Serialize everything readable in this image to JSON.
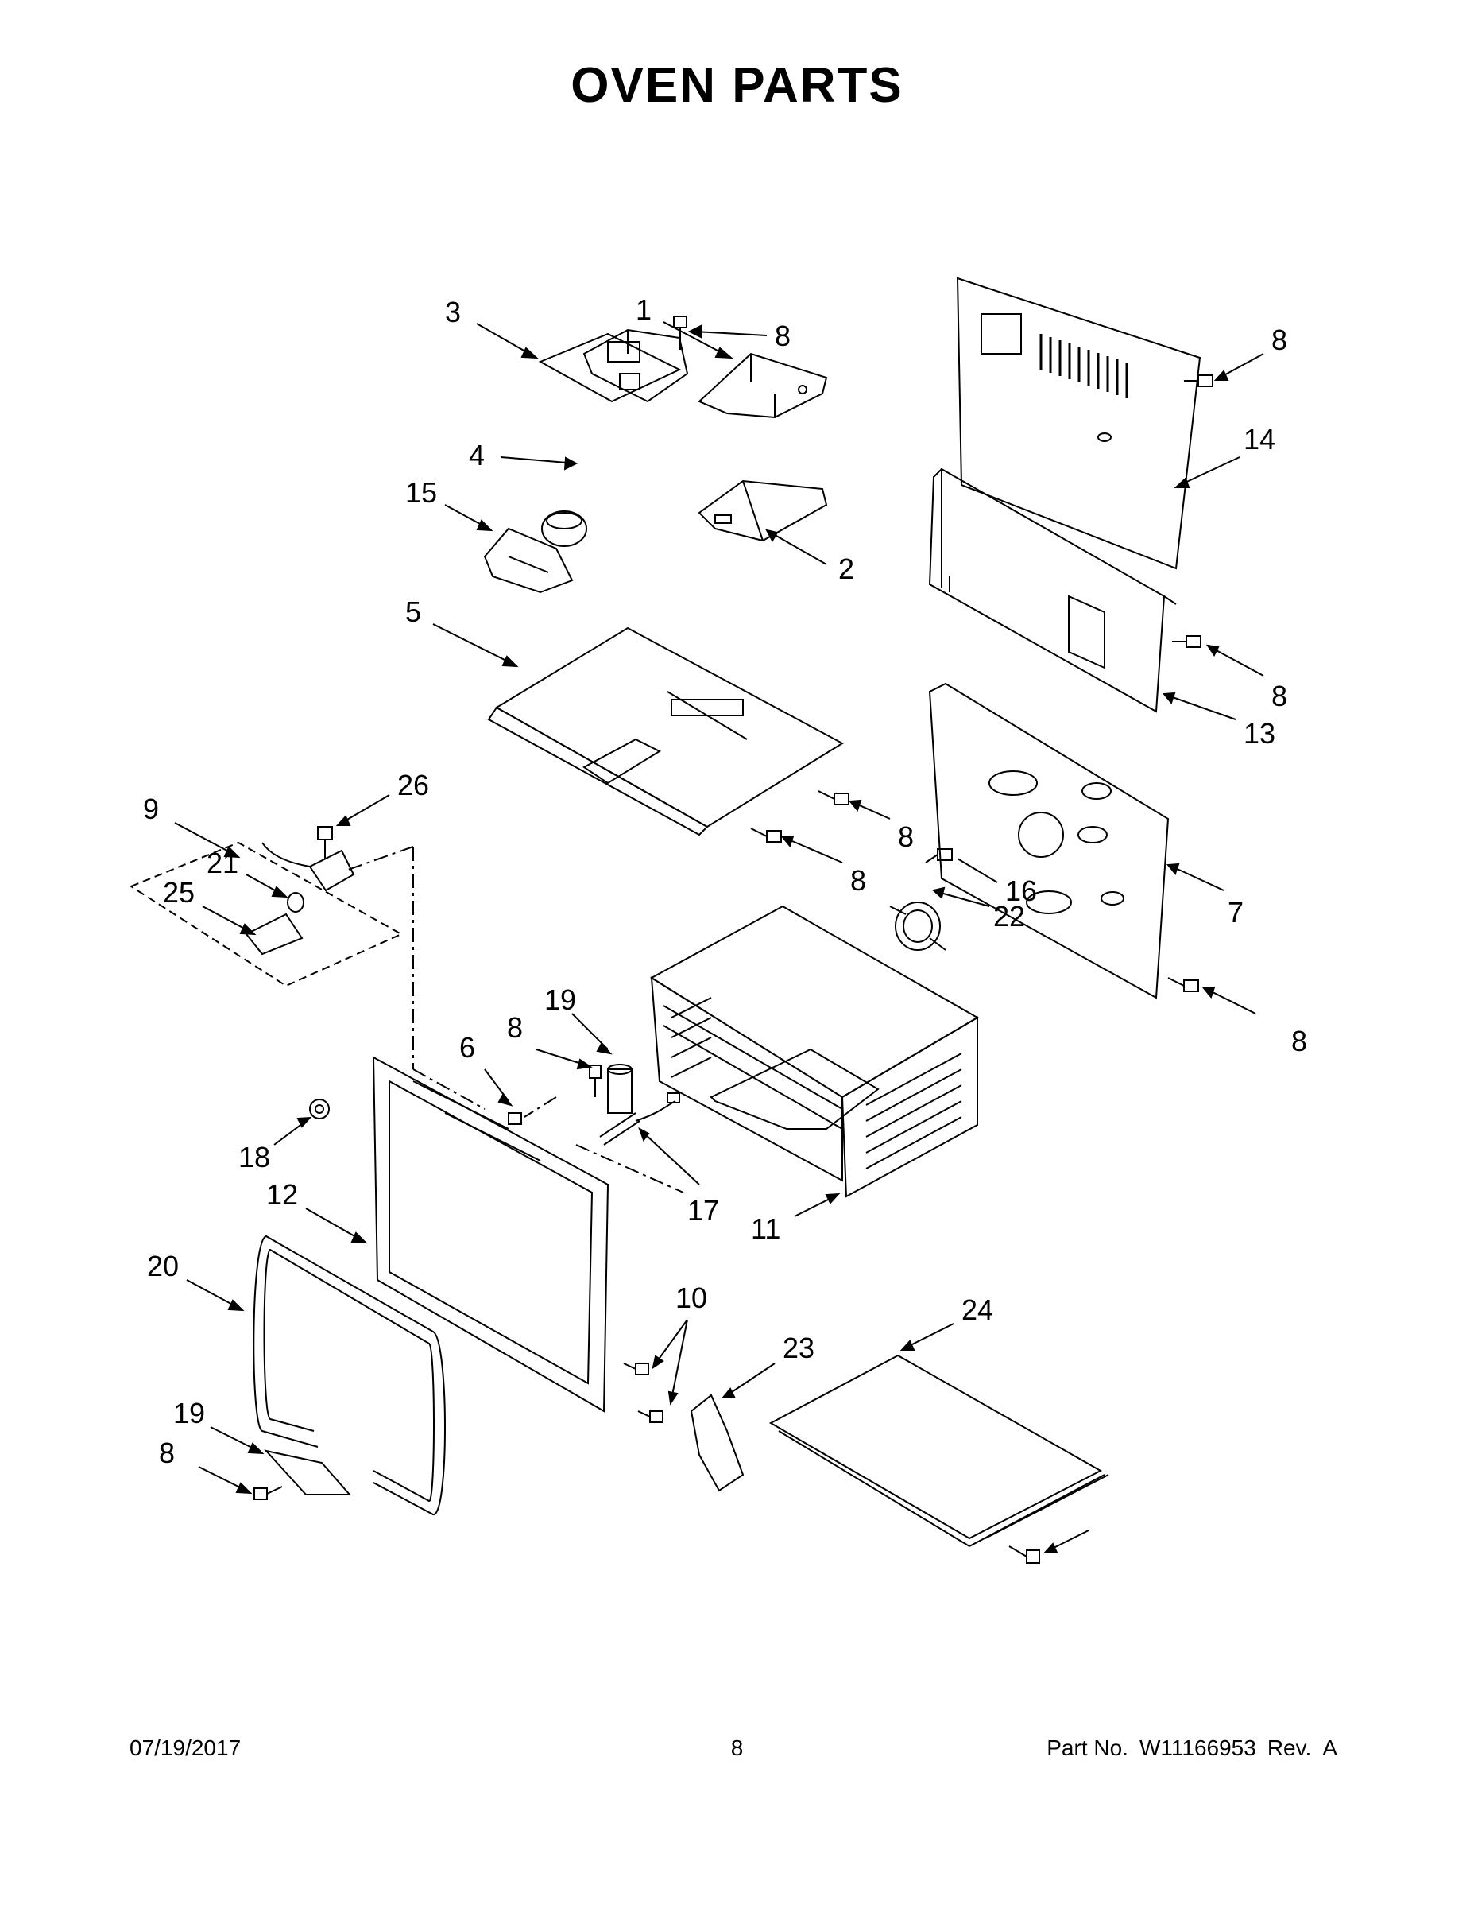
{
  "title": "OVEN PARTS",
  "footer": {
    "date": "07/19/2017",
    "page": "8",
    "part_label": "Part No.",
    "part_number": "W11166953",
    "rev_label": "Rev.",
    "rev": "A"
  },
  "callouts": [
    "3",
    "1",
    "8",
    "4",
    "15",
    "2",
    "14",
    "8",
    "5",
    "13",
    "8",
    "26",
    "9",
    "8",
    "21",
    "25",
    "8",
    "22",
    "16",
    "7",
    "8",
    "19",
    "8",
    "6",
    "18",
    "17",
    "11",
    "12",
    "20",
    "10",
    "23",
    "24",
    "19",
    "8"
  ]
}
